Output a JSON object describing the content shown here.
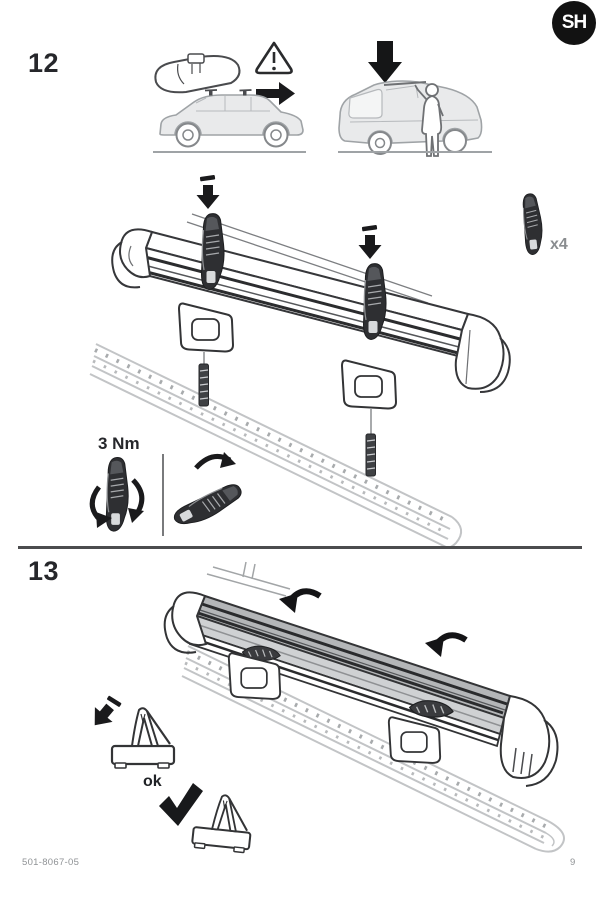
{
  "brand": {
    "logo_text": "SH"
  },
  "step12": {
    "number": "12",
    "quantity_label": "x4",
    "torque_label": "3 Nm"
  },
  "step13": {
    "number": "13",
    "ok_label": "ok"
  },
  "footer": {
    "document_number": "501-8067-05",
    "page_number": "9"
  },
  "colors": {
    "ink": "#333436",
    "knob_dark": "#2e2f32",
    "crossbar_gray": "#c2c4c6",
    "strip_gray": "#b4b6b8",
    "label_gray": "#8a8d90",
    "text_dark": "#26272b",
    "footer_text": "#8f9295"
  }
}
